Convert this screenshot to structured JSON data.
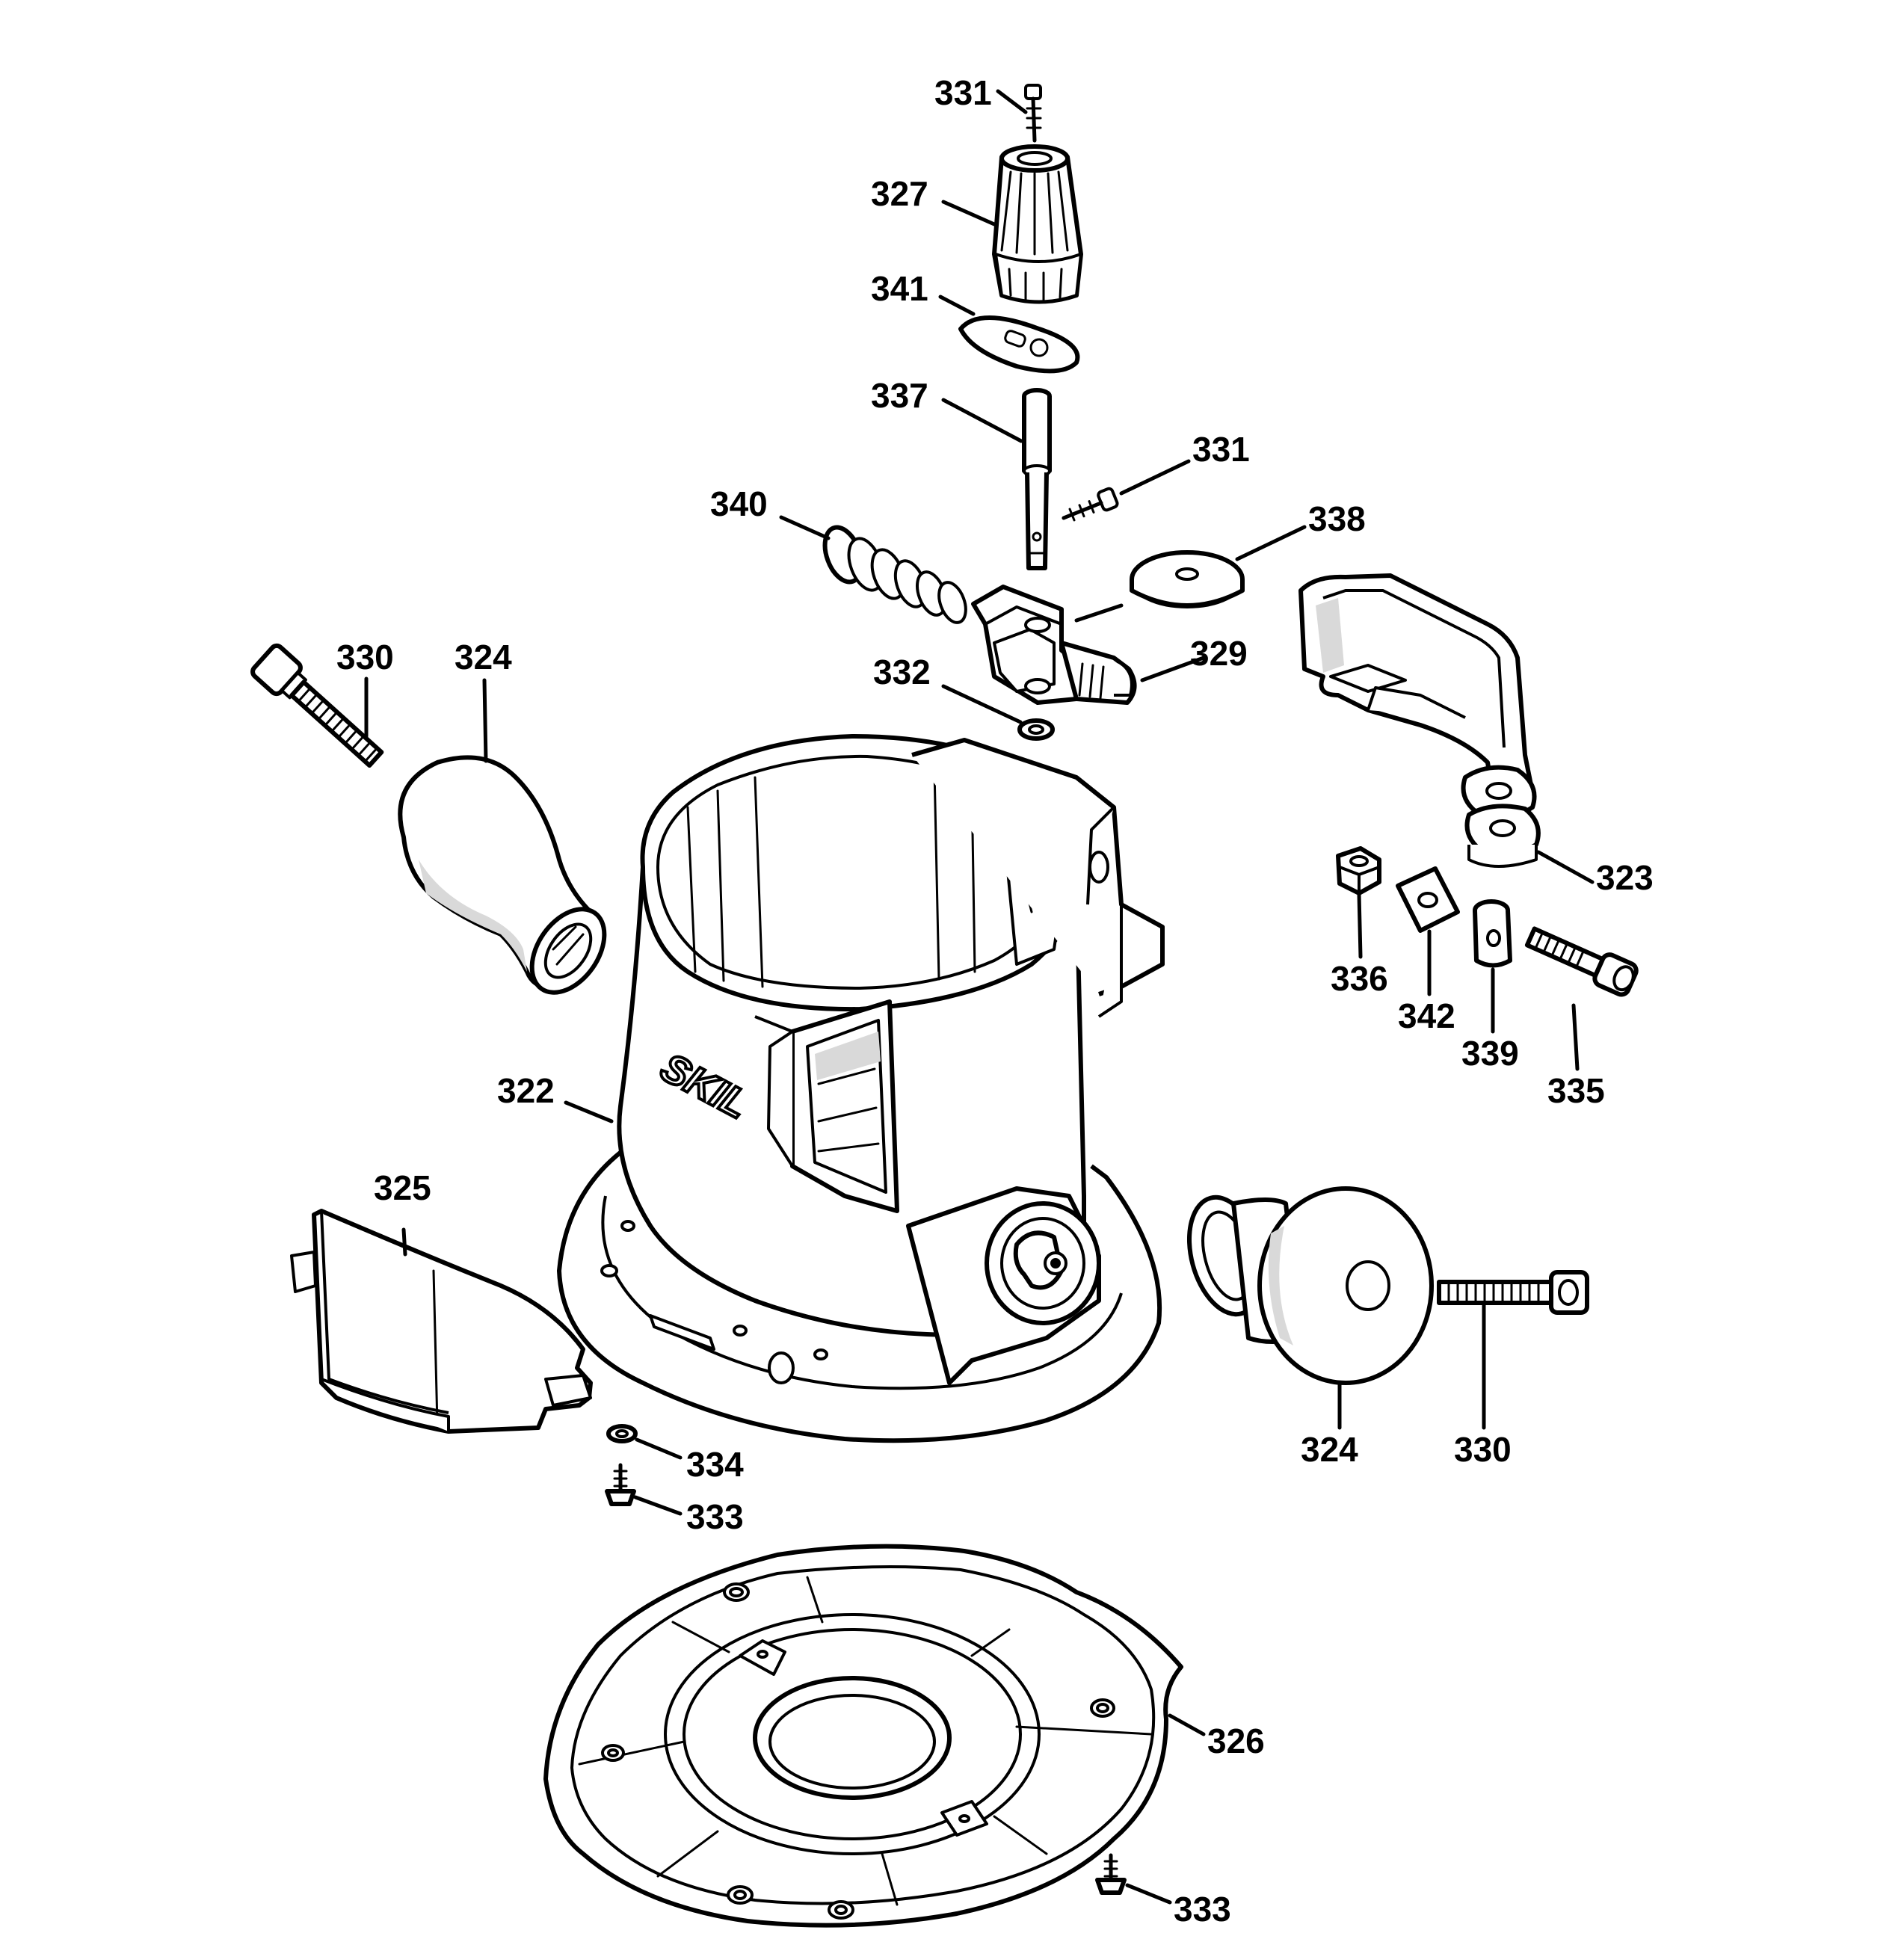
{
  "brand_text": "SKIL",
  "callouts": {
    "c331_top": "331",
    "c327": "327",
    "c341": "341",
    "c337": "337",
    "c331_mid": "331",
    "c340": "340",
    "c338": "338",
    "c330_left": "330",
    "c324_left": "324",
    "c332": "332",
    "c329": "329",
    "c323": "323",
    "c336": "336",
    "c342": "342",
    "c339": "339",
    "c335": "335",
    "c322": "322",
    "c325": "325",
    "c324_right": "324",
    "c330_right": "330",
    "c334": "334",
    "c333_upper": "333",
    "c326": "326",
    "c333_lower": "333"
  }
}
